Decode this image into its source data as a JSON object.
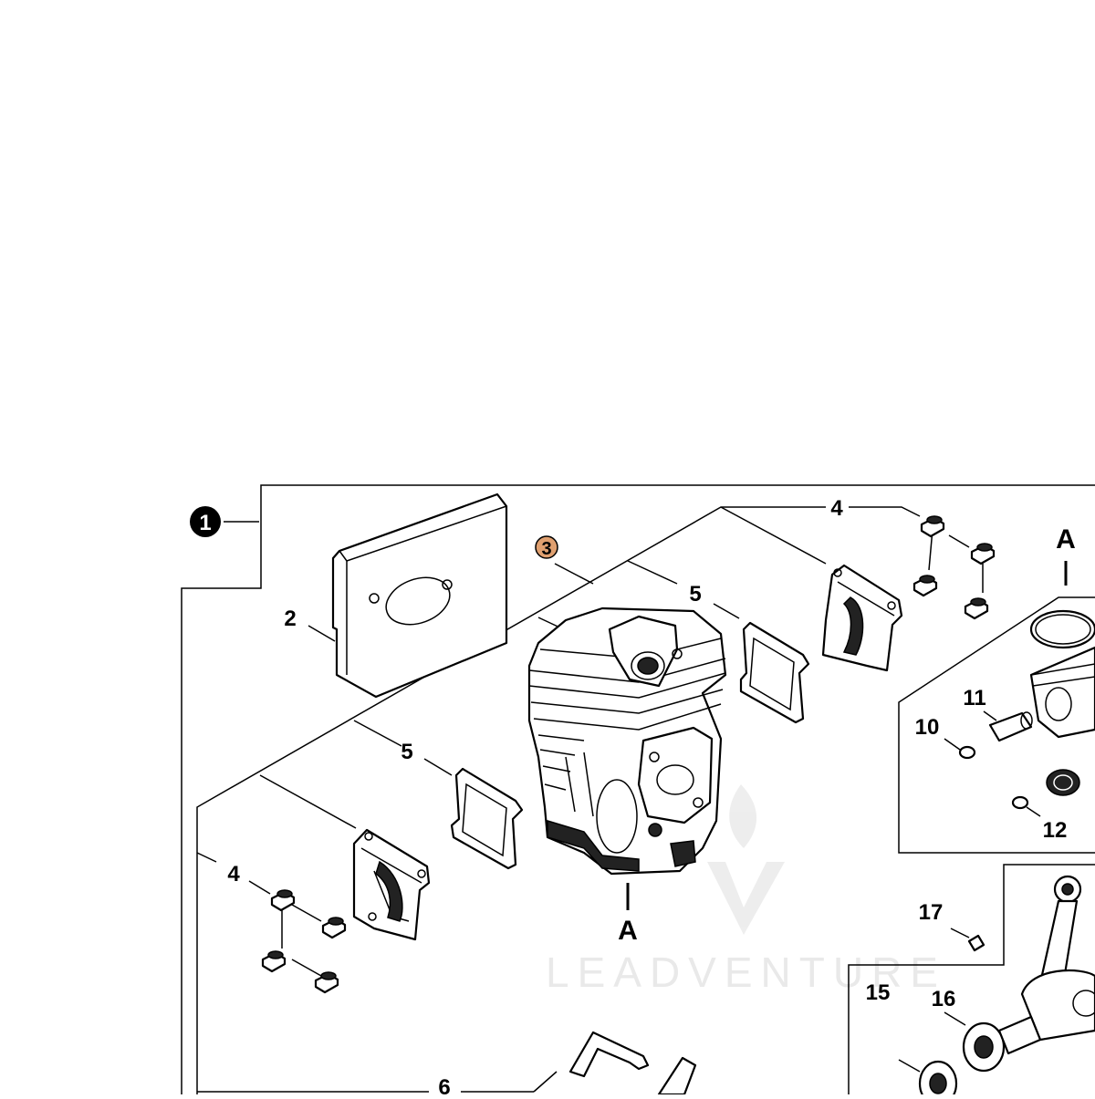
{
  "diagram": {
    "markers": {
      "main": "1",
      "highlighted": "3",
      "highlight_color": "#e0a070"
    },
    "callouts": {
      "gasket_plate": "2",
      "intake_top": "4",
      "intake_left": "4",
      "gasket_top": "5",
      "gasket_left": "5",
      "bracket": "6",
      "pin_ring": "10",
      "wrist_pin": "11",
      "needle_bearing": "12",
      "bearing_15": "15",
      "bearing_16": "16",
      "key": "17"
    },
    "section_letters": {
      "top_right": "A",
      "cylinder_bottom": "A"
    },
    "watermark": "LEADVENTURE"
  }
}
